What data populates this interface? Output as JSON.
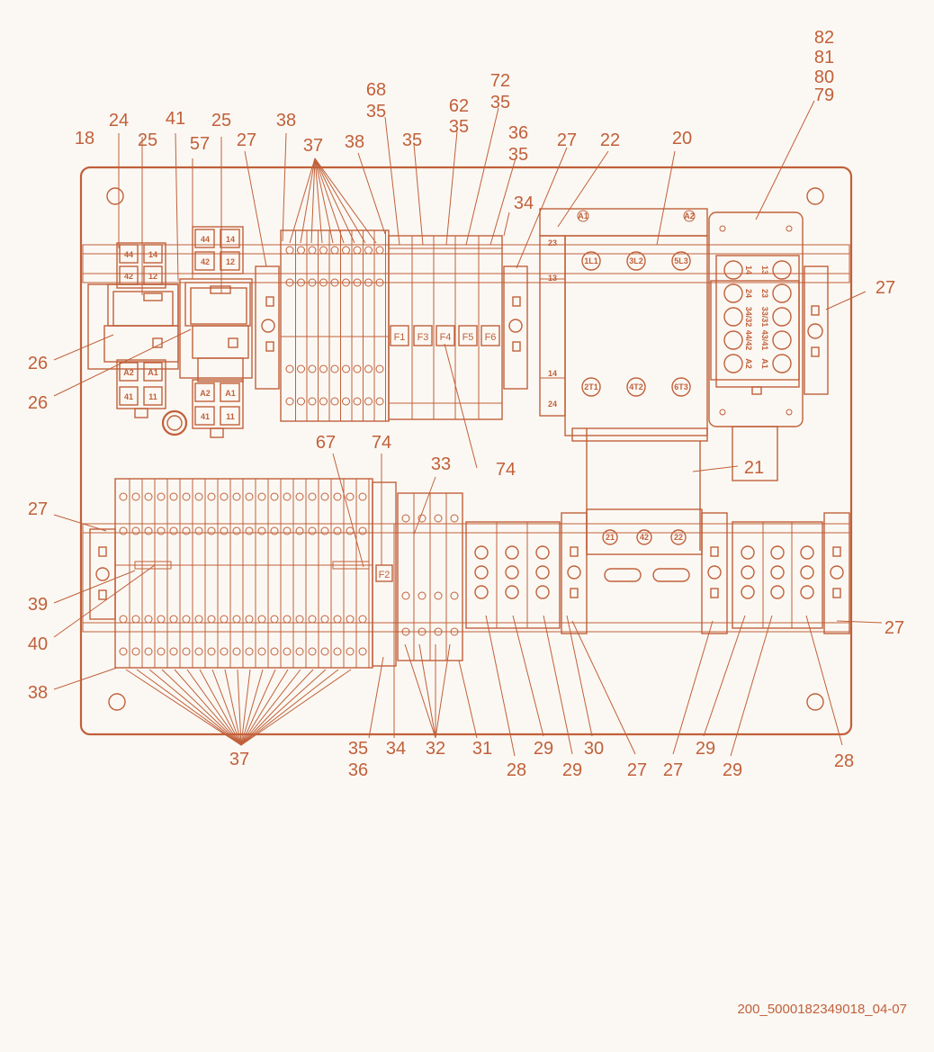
{
  "drawing": {
    "accent_color": "#c1603a",
    "background_color": "#fbf8f3",
    "code": "200_5000182349018_04-07",
    "callouts": [
      {
        "id": "c01",
        "text": "82"
      },
      {
        "id": "c02",
        "text": "81"
      },
      {
        "id": "c03",
        "text": "80"
      },
      {
        "id": "c04",
        "text": "79"
      },
      {
        "id": "c05",
        "text": "68"
      },
      {
        "id": "c06",
        "text": "35"
      },
      {
        "id": "c07",
        "text": "72"
      },
      {
        "id": "c08",
        "text": "35"
      },
      {
        "id": "c09",
        "text": "62"
      },
      {
        "id": "c10",
        "text": "35"
      },
      {
        "id": "c11",
        "text": "24"
      },
      {
        "id": "c12",
        "text": "41"
      },
      {
        "id": "c13",
        "text": "25"
      },
      {
        "id": "c14",
        "text": "38"
      },
      {
        "id": "c15",
        "text": "37"
      },
      {
        "id": "c16",
        "text": "38"
      },
      {
        "id": "c17",
        "text": "35"
      },
      {
        "id": "c18",
        "text": "36"
      },
      {
        "id": "c19",
        "text": "35"
      },
      {
        "id": "c20",
        "text": "27"
      },
      {
        "id": "c21",
        "text": "22"
      },
      {
        "id": "c22",
        "text": "20"
      },
      {
        "id": "c23",
        "text": "18"
      },
      {
        "id": "c24",
        "text": "25"
      },
      {
        "id": "c25",
        "text": "57"
      },
      {
        "id": "c26",
        "text": "27"
      },
      {
        "id": "c27",
        "text": "34"
      },
      {
        "id": "c28",
        "text": "27"
      },
      {
        "id": "c29",
        "text": "26"
      },
      {
        "id": "c30",
        "text": "26"
      },
      {
        "id": "c31",
        "text": "74"
      },
      {
        "id": "c32",
        "text": "67"
      },
      {
        "id": "c33",
        "text": "74"
      },
      {
        "id": "c34",
        "text": "33"
      },
      {
        "id": "c35",
        "text": "21"
      },
      {
        "id": "c36",
        "text": "27"
      },
      {
        "id": "c37",
        "text": "39"
      },
      {
        "id": "c38",
        "text": "40"
      },
      {
        "id": "c39",
        "text": "27"
      },
      {
        "id": "c40",
        "text": "38"
      },
      {
        "id": "c41",
        "text": "37"
      },
      {
        "id": "c42",
        "text": "35"
      },
      {
        "id": "c43",
        "text": "34"
      },
      {
        "id": "c44",
        "text": "32"
      },
      {
        "id": "c45",
        "text": "31"
      },
      {
        "id": "c46",
        "text": "36"
      },
      {
        "id": "c47",
        "text": "28"
      },
      {
        "id": "c48",
        "text": "29"
      },
      {
        "id": "c49",
        "text": "29"
      },
      {
        "id": "c50",
        "text": "30"
      },
      {
        "id": "c51",
        "text": "27"
      },
      {
        "id": "c52",
        "text": "27"
      },
      {
        "id": "c53",
        "text": "29"
      },
      {
        "id": "c54",
        "text": "29"
      },
      {
        "id": "c55",
        "text": "28"
      }
    ],
    "fuse_labels": [
      "F1",
      "F3",
      "F4",
      "F5",
      "F6",
      "F2"
    ],
    "relay_terminals": {
      "r1": [
        "44",
        "14",
        "42",
        "12",
        "A2",
        "A1",
        "41",
        "11"
      ],
      "r2": [
        "44",
        "14",
        "42",
        "12",
        "A2",
        "A1",
        "41",
        "11"
      ]
    },
    "contactor_terminals": [
      "A1",
      "A2",
      "23",
      "13",
      "14",
      "24",
      "1L1",
      "3L2",
      "5L3",
      "2T1",
      "4T2",
      "6T3"
    ],
    "overload_terminals": [
      "14",
      "24",
      "34/32",
      "44/42",
      "A2",
      "13",
      "23",
      "33/31",
      "43/41",
      "A1"
    ],
    "bottom_block_terminals": [
      "21",
      "42",
      "22"
    ]
  }
}
